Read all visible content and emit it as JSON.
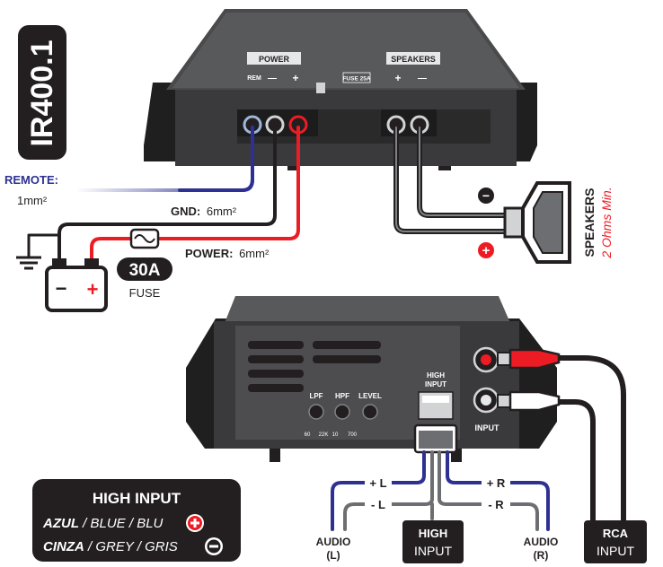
{
  "model": "IR400.1",
  "top_amp": {
    "power_label": "POWER",
    "rem": "REM",
    "minus": "—",
    "plus": "+",
    "fuse_label": "FUSE 25A",
    "speakers_label": "SPEAKERS"
  },
  "wiring": {
    "remote_label": "REMOTE:",
    "remote_gauge": "1mm²",
    "gnd_label": "GND:",
    "gnd_gauge": "6mm²",
    "power_label": "POWER:",
    "power_gauge": "6mm²",
    "fuse_value": "30A",
    "fuse_caption": "FUSE",
    "battery_minus": "−",
    "battery_plus": "+",
    "speaker_minus": "−",
    "speaker_plus": "+",
    "speakers_title": "SPEAKERS",
    "speakers_sub": "2 Ohms Min."
  },
  "bottom_amp": {
    "lpf": "LPF",
    "hpf": "HPF",
    "level": "LEVEL",
    "lpf_min": "60",
    "lpf_max": "22K",
    "hpf_min": "10",
    "hpf_max": "700",
    "high_input_1": "HIGH",
    "high_input_2": "INPUT",
    "input_label": "INPUT"
  },
  "inputs": {
    "plus_l": "+ L",
    "minus_l": "- L",
    "plus_r": "+ R",
    "minus_r": "- R",
    "audio_l_1": "AUDIO",
    "audio_l_2": "(L)",
    "audio_r_1": "AUDIO",
    "audio_r_2": "(R)",
    "high_1": "HIGH",
    "high_2": "INPUT",
    "rca_1": "RCA",
    "rca_2": "INPUT"
  },
  "legend": {
    "title": "HIGH INPUT",
    "row1_a": "AZUL",
    "row1_b": " / BLUE / BLU",
    "row2_a": "CINZA",
    "row2_b": " / GREY / GRIS"
  },
  "colors": {
    "remote_wire": "#2e3192",
    "power_wire": "#ed1c24",
    "ground_wire": "#231f20",
    "gray_wire": "#6d6e71",
    "amp_body": "#3a3a3c",
    "amp_top": "#58595b",
    "legend_bg": "#231f20",
    "red_accent": "#ed1c24"
  }
}
